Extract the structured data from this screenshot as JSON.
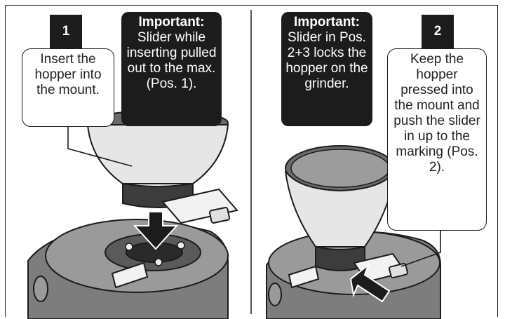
{
  "panels": [
    {
      "step": "1",
      "callout": "Insert the hopper into the mount.",
      "note_heading": "Important:",
      "note_body": "Slider while inserting pulled out to the max. (Pos. 1)."
    },
    {
      "step": "2",
      "callout": "Keep the hopper pressed into the mount and push the slider in up to the marking (Pos. 2).",
      "note_heading": "Important:",
      "note_body": "Slider in Pos. 2+3 locks the hopper on the grinder."
    }
  ],
  "colors": {
    "ink": "#1c1c1c",
    "hopper_light": "#e6e6e6",
    "grinder_gray": "#8a8a8a",
    "paper": "#ffffff"
  },
  "icons": [
    "down-arrow-icon",
    "diagonal-arrow-icon"
  ]
}
